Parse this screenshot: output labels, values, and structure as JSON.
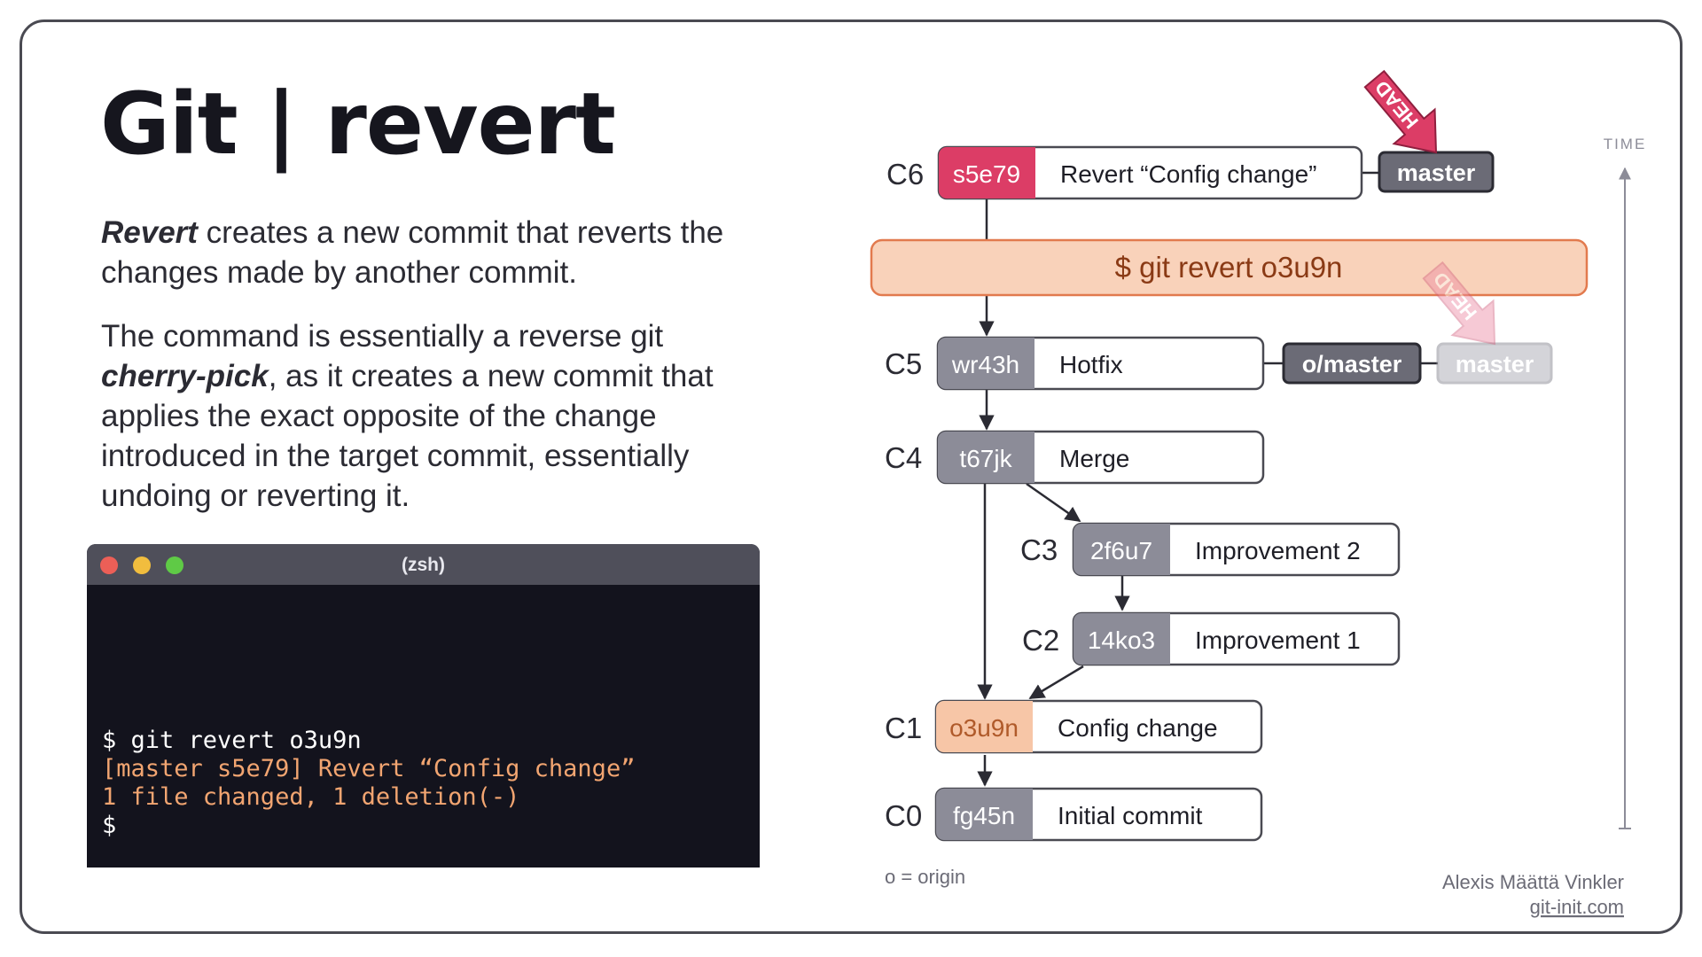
{
  "title": "Git | revert",
  "paragraph1": {
    "em": "Revert",
    "rest": " creates a new commit that reverts the changes made by another commit."
  },
  "paragraph2": {
    "before": "The command is essentially a reverse git ",
    "em": "cherry-pick",
    "after": ", as it creates a new commit that applies the exact opposite of the change introduced in the target commit, essentially undoing or reverting it."
  },
  "terminal": {
    "title": "(zsh)",
    "lines": [
      {
        "text": "$ git revert o3u9n",
        "color": "#ffffff"
      },
      {
        "text": "[master s5e79] Revert “Config change”",
        "color": "#f2a571"
      },
      {
        "text": "1 file changed, 1 deletion(-)",
        "color": "#f2a571"
      },
      {
        "text": "$",
        "color": "#ffffff"
      }
    ]
  },
  "diagram": {
    "commits": [
      {
        "id": "C6",
        "hash": "s5e79",
        "message": "Revert “Config change”",
        "hash_color": "#dc3d66",
        "hash_text_color": "#ffffff"
      },
      {
        "id": "C5",
        "hash": "wr43h",
        "message": "Hotfix",
        "hash_color": "#8c8c98",
        "hash_text_color": "#ffffff"
      },
      {
        "id": "C4",
        "hash": "t67jk",
        "message": "Merge",
        "hash_color": "#8c8c98",
        "hash_text_color": "#ffffff"
      },
      {
        "id": "C3",
        "hash": "2f6u7",
        "message": "Improvement 2",
        "hash_color": "#8c8c98",
        "hash_text_color": "#ffffff"
      },
      {
        "id": "C2",
        "hash": "14ko3",
        "message": "Improvement 1",
        "hash_color": "#8c8c98",
        "hash_text_color": "#ffffff"
      },
      {
        "id": "C1",
        "hash": "o3u9n",
        "message": "Config change",
        "hash_color": "#f7c6a7",
        "hash_text_color": "#b05a2a"
      },
      {
        "id": "C0",
        "hash": "fg45n",
        "message": "Initial commit",
        "hash_color": "#8c8c98",
        "hash_text_color": "#ffffff"
      }
    ],
    "command_banner": "$ git revert o3u9n",
    "branches": {
      "master_current": "master",
      "origin_master": "o/master",
      "master_previous": "master"
    },
    "head_label": "HEAD",
    "time_label": "TIME",
    "legend": "o = origin"
  },
  "footer": {
    "author": "Alexis Määttä Vinkler",
    "site": "git-init.com"
  },
  "colors": {
    "accent_revert": "#dc3d66",
    "banner_fill": "#f9d2ba",
    "banner_border": "#e27a4e",
    "branch_fill": "#6b6b76",
    "faded_branch_fill": "#cfcfd4"
  }
}
